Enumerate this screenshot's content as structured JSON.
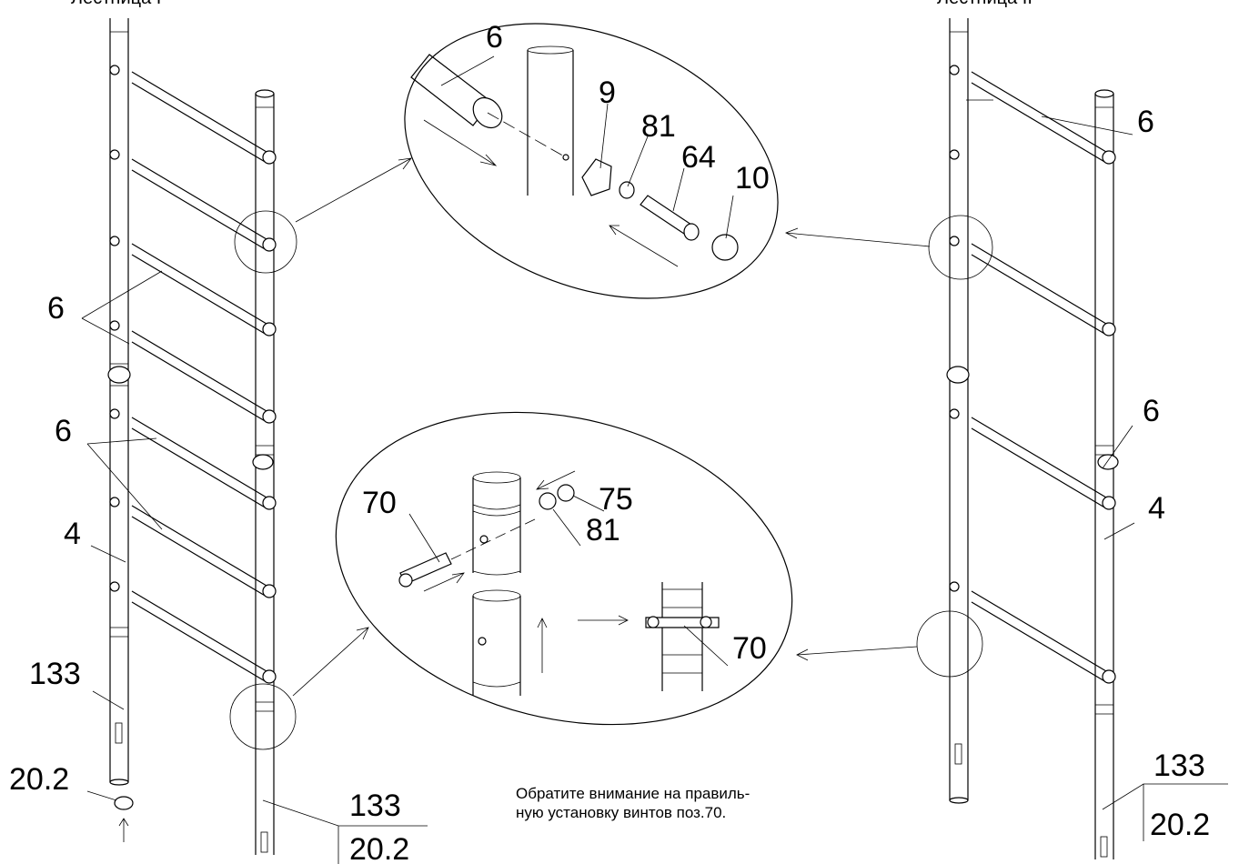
{
  "titles": {
    "left_ladder": "Лестница I",
    "right_ladder": "Лестница II"
  },
  "labels": {
    "left_6a": "6",
    "left_6b": "6",
    "left_4": "4",
    "left_133": "133",
    "left_20_2": "20.2",
    "left_frac_top": "133",
    "left_frac_bottom": "20.2",
    "top_6": "6",
    "top_9": "9",
    "top_81": "81",
    "top_64": "64",
    "top_10": "10",
    "bot_70a": "70",
    "bot_75": "75",
    "bot_81": "81",
    "bot_70b": "70",
    "right_6a": "6",
    "right_6b": "6",
    "right_4": "4",
    "right_frac_top": "133",
    "right_frac_bottom": "20.2"
  },
  "note": {
    "line1": "Обратите внимание на правиль-",
    "line2": "ную установку винтов поз.70."
  }
}
